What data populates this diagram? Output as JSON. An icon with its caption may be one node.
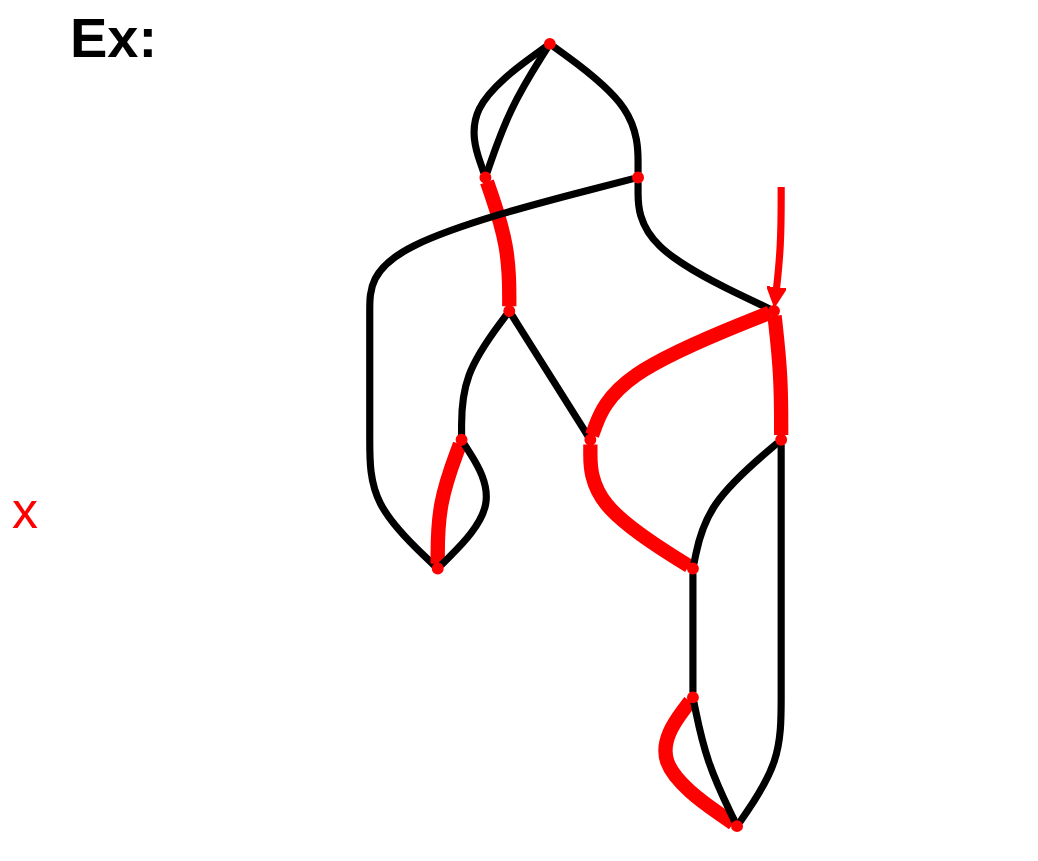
{
  "diagram": {
    "title": "Ex:",
    "nodes": [
      {
        "text": [],
        "shape": "circle"
      },
      {
        "text": [],
        "shape": "circle"
      },
      {
        "text": [],
        "shape": "circle"
      },
      {
        "text": [],
        "shape": "circle"
      },
      {
        "text": [],
        "shape": "circle"
      },
      {
        "text": [],
        "shape": "circle"
      },
      {
        "text": [],
        "shape": "circle"
      },
      {
        "text": [],
        "shape": "circle"
      },
      {
        "text": [],
        "shape": "circle"
      },
      {
        "text": [],
        "shape": "circle"
      },
      {
        "text": [],
        "shape": "circle"
      },
      {
        "text": [],
        "shape": "circle"
      }
    ],
    "edges": [
      {
        "from": 0,
        "to": 1,
        "arrow": "none"
      },
      {
        "from": 0,
        "to": 1,
        "arrow": "none"
      },
      {
        "from": 0,
        "to": 2,
        "arrow": "none"
      },
      {
        "from": 1,
        "to": 3,
        "arrow": "none",
        "style": "thick",
        "color": "#ff0000"
      },
      {
        "from": 2,
        "to": 6,
        "arrow": "none"
      },
      {
        "from": 2,
        "to": 5,
        "arrow": "none"
      },
      {
        "from": 3,
        "to": 4,
        "arrow": "none"
      },
      {
        "from": 4,
        "to": 5,
        "arrow": "none",
        "style": "thick",
        "color": "#ff0000"
      },
      {
        "from": 4,
        "to": 5,
        "arrow": "none"
      },
      {
        "from": 3,
        "to": 7,
        "arrow": "none"
      },
      {
        "from": 6,
        "to": 7,
        "arrow": "none",
        "style": "thick",
        "color": "#ff0000"
      },
      {
        "from": 6,
        "to": 8,
        "arrow": "none",
        "style": "thick",
        "color": "#ff0000"
      },
      {
        "from": 7,
        "to": 9,
        "arrow": "none",
        "style": "thick",
        "color": "#ff0000"
      },
      {
        "from": 9,
        "to": 10,
        "arrow": "none"
      },
      {
        "from": 10,
        "to": 11,
        "arrow": "none",
        "style": "thick",
        "color": "#ff0000"
      },
      {
        "from": 10,
        "to": 11,
        "arrow": "none"
      },
      {
        "from": 8,
        "to": 9,
        "arrow": "none"
      },
      {
        "from": 8,
        "to": 11,
        "arrow": "none"
      },
      {
        "from": null,
        "to": 6,
        "arrow": "to",
        "color": "#ff0000"
      }
    ],
    "labels": [
      "x"
    ]
  }
}
